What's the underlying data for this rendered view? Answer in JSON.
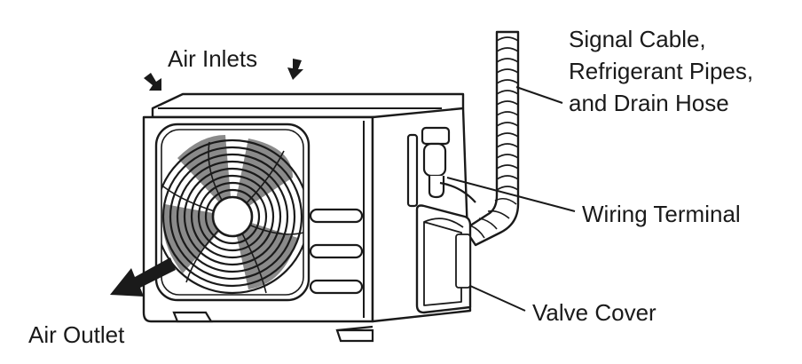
{
  "labels": {
    "air_inlets": "Air Inlets",
    "pipes_line1": "Signal Cable,",
    "pipes_line2": "Refrigerant Pipes,",
    "pipes_line3": "and Drain Hose",
    "wiring_terminal": "Wiring Terminal",
    "valve_cover": "Valve Cover",
    "air_outlet": "Air Outlet"
  }
}
